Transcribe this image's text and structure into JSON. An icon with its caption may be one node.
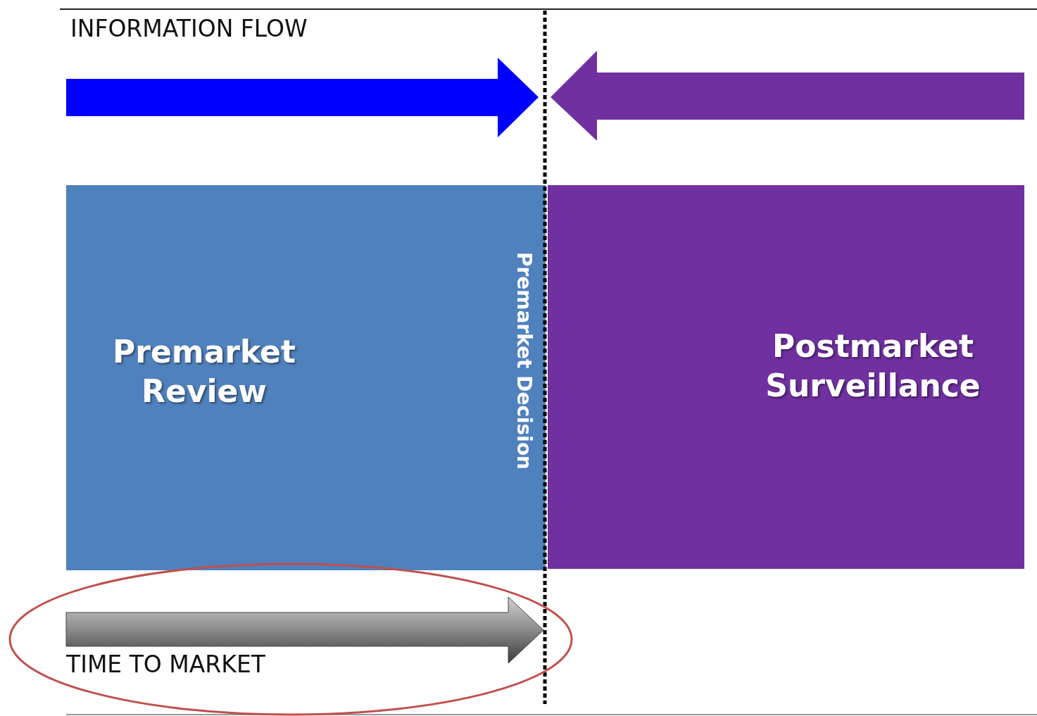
{
  "diagram": {
    "nodes": [
      {
        "text": [
          "Premarket Review"
        ]
      },
      {
        "text": [
          "Postmarket Surveillance"
        ]
      }
    ],
    "labels": [
      "INFORMATION FLOW",
      "Premarket Decision",
      "TIME TO MARKET"
    ]
  }
}
